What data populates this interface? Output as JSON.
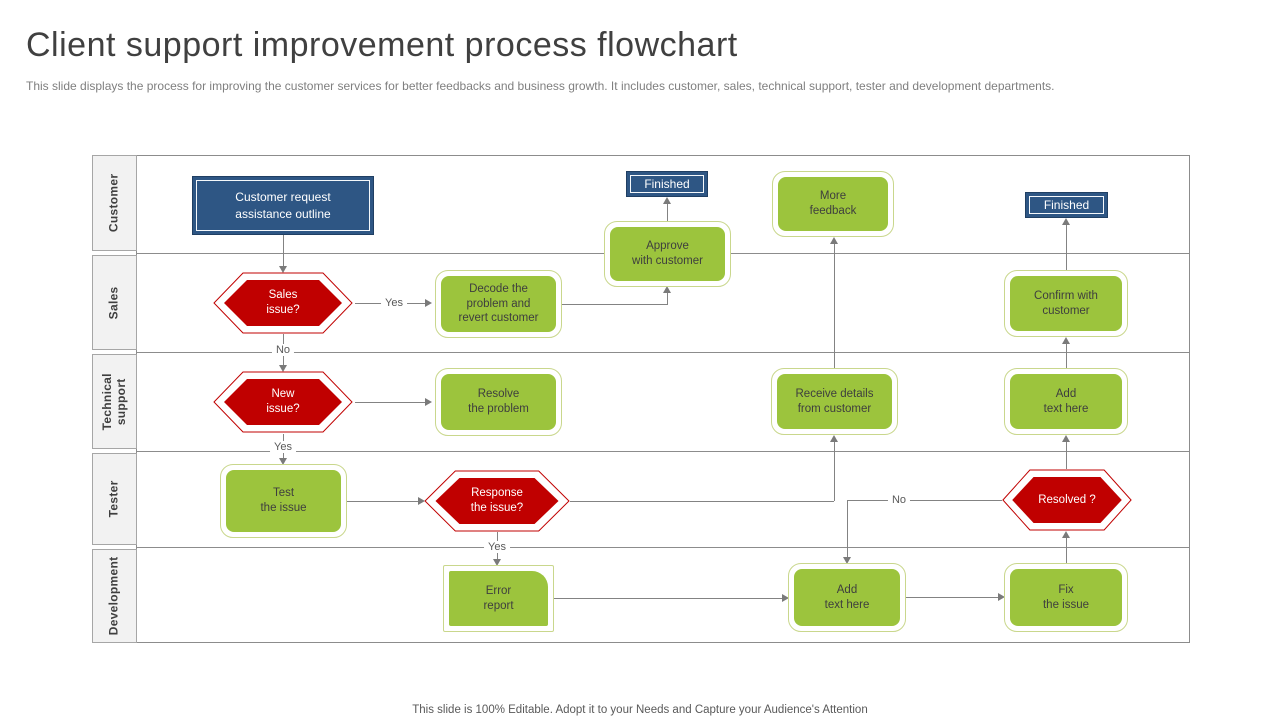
{
  "title": "Client support improvement process flowchart",
  "subtitle": "This slide displays the process for improving the customer services  for better feedbacks and business growth. It includes customer, sales, technical support, tester and development departments.",
  "footer": "This slide is 100% Editable. Adopt it to your Needs and Capture your Audience's Attention",
  "colors": {
    "green": "#9cc43d",
    "red": "#c00000",
    "blue": "#2e5684",
    "lane_bg": "#f2f2f2",
    "line": "#838383"
  },
  "lanes": [
    {
      "label": "Customer"
    },
    {
      "label": "Sales"
    },
    {
      "label": "Technical\nsupport"
    },
    {
      "label": "Tester"
    },
    {
      "label": "Development"
    }
  ],
  "nodes": {
    "customer_request": {
      "label": "Customer request\nassistance outline",
      "type": "start"
    },
    "finished_top": {
      "label": "Finished",
      "type": "terminator"
    },
    "finished_right": {
      "label": "Finished",
      "type": "terminator"
    },
    "more_feedback": {
      "label": "More\nfeedback",
      "type": "process"
    },
    "sales_issue": {
      "label": "Sales\nissue?",
      "type": "decision"
    },
    "decode_problem": {
      "label": "Decode the\nproblem and\nrevert  customer",
      "type": "process"
    },
    "approve": {
      "label": "Approve\nwith customer",
      "type": "process"
    },
    "confirm": {
      "label": "Confirm  with\ncustomer",
      "type": "process"
    },
    "new_issue": {
      "label": "New\nissue?",
      "type": "decision"
    },
    "resolve_problem": {
      "label": "Resolve\nthe problem",
      "type": "process"
    },
    "receive_details": {
      "label": "Receive  details\nfrom customer",
      "type": "process"
    },
    "add_text_tech": {
      "label": "Add\ntext here",
      "type": "process"
    },
    "test_issue": {
      "label": "Test\nthe issue",
      "type": "process"
    },
    "response_issue": {
      "label": "Response\nthe issue?",
      "type": "decision"
    },
    "resolved": {
      "label": "Resolved ?",
      "type": "decision"
    },
    "error_report": {
      "label": "Error\nreport",
      "type": "process"
    },
    "add_text_dev": {
      "label": "Add\ntext here",
      "type": "process"
    },
    "fix_issue": {
      "label": "Fix\nthe issue",
      "type": "process"
    }
  },
  "connector_labels": {
    "yes": "Yes",
    "no": "No"
  }
}
